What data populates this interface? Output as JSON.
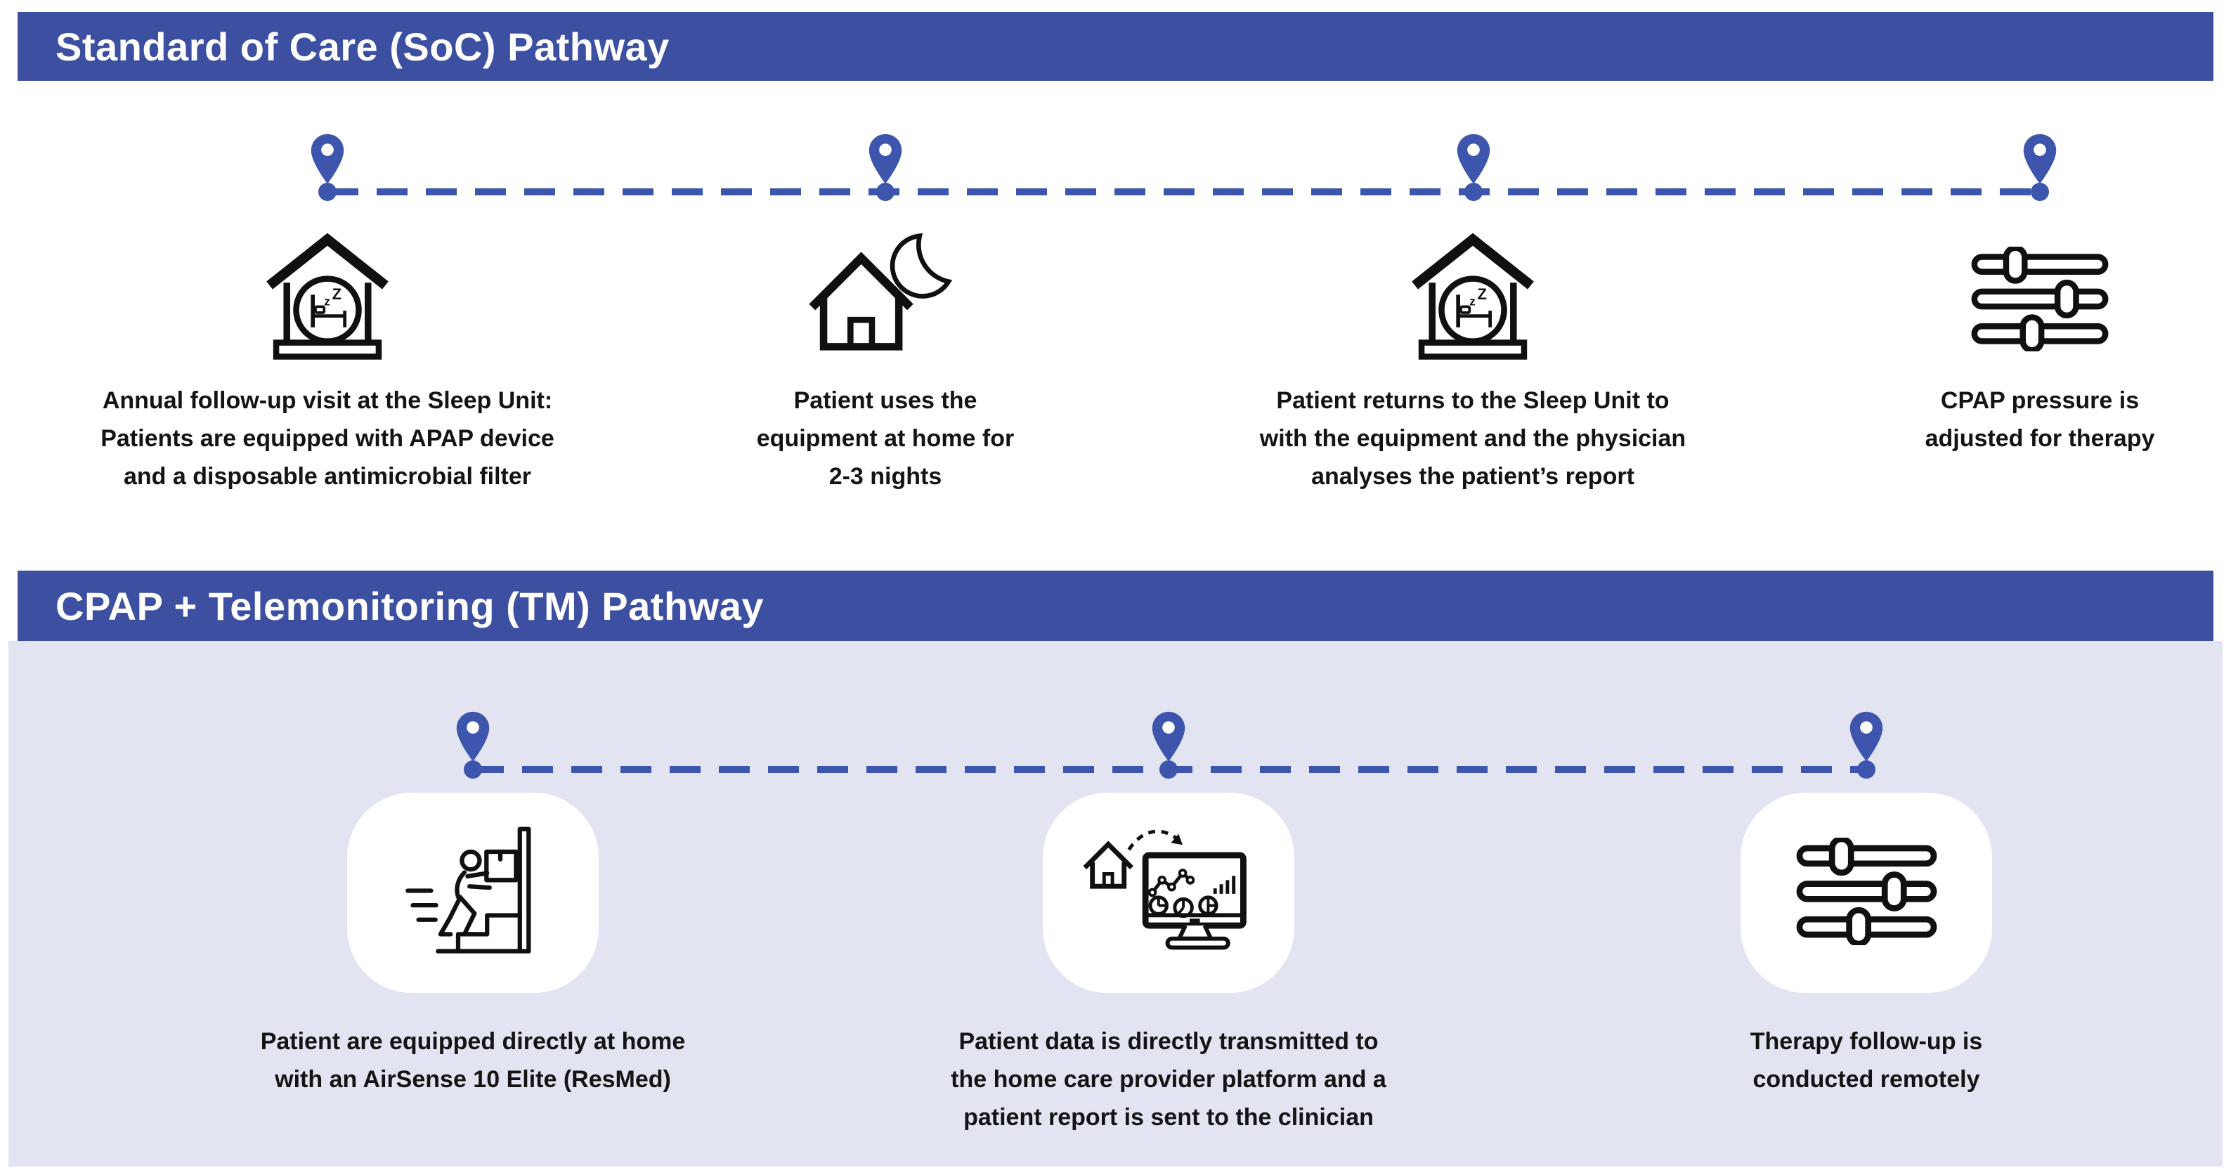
{
  "colors": {
    "header_bg": "#3C4FA0",
    "accent_blue": "#3D55AC",
    "section_bg": "#E2E4F1",
    "card_bg": "#FFFFFF",
    "header_text": "#FFFFFF",
    "caption_text": "#141414",
    "icon_stroke": "#101010"
  },
  "soc": {
    "title": "Standard of Care (SoC) Pathway",
    "steps": [
      {
        "icon": "sleep-unit-icon",
        "caption": "Annual follow-up visit at the Sleep Unit:\nPatients are equipped with APAP device\nand a disposable antimicrobial filter"
      },
      {
        "icon": "home-night-icon",
        "caption": "Patient uses the\nequipment at home for\n2-3 nights"
      },
      {
        "icon": "sleep-unit-icon",
        "caption": "Patient returns to the Sleep Unit to\nwith the equipment and the physician\nanalyses the patient’s report"
      },
      {
        "icon": "pressure-sliders-icon",
        "caption": "CPAP pressure is\nadjusted for therapy"
      }
    ]
  },
  "tm": {
    "title": "CPAP + Telemonitoring (TM) Pathway",
    "steps": [
      {
        "icon": "home-delivery-icon",
        "caption": "Patient are equipped directly at home\nwith an AirSense 10 Elite (ResMed)"
      },
      {
        "icon": "data-transmission-icon",
        "caption": "Patient data is directly transmitted to\nthe home care provider platform and a\npatient report is sent to the clinician"
      },
      {
        "icon": "remote-sliders-icon",
        "caption": "Therapy follow-up is\nconducted remotely"
      }
    ]
  }
}
